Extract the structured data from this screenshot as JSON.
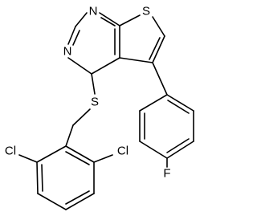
{
  "molecule": {
    "atoms": {
      "n1": "N",
      "n2": "N",
      "s_ring": "S",
      "s_link": "S",
      "f": "F",
      "cl_left": "Cl",
      "cl_right": "Cl"
    }
  }
}
